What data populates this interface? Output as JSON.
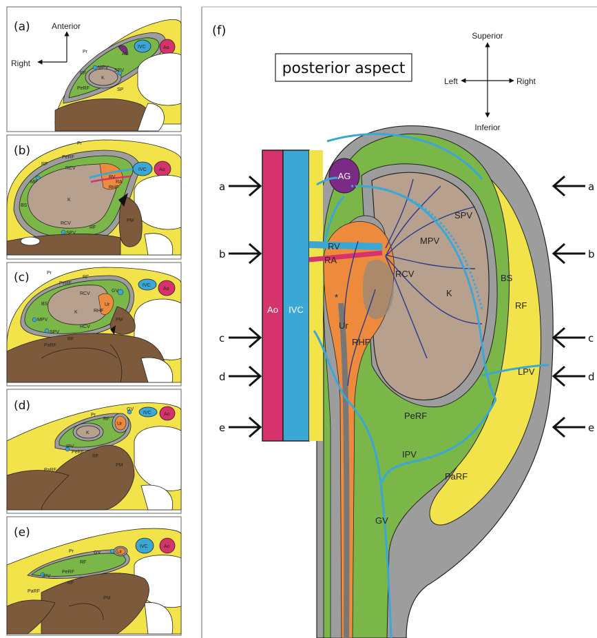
{
  "colors": {
    "green": "#7ab648",
    "yellow": "#f2e34b",
    "gray": "#9d9d9d",
    "tan": "#b8a08e",
    "brown": "#7d5a3c",
    "orange": "#ee8a3c",
    "pink": "#d6336c",
    "blue": "#3aa7d6",
    "purple": "#7b2a86",
    "navy": "#283a8c",
    "bone": "#ffffff"
  },
  "panels": {
    "a": {
      "label": "(a)",
      "compass": {
        "anterior": "Anterior",
        "right": "Right"
      },
      "labels": {
        "pr": "Pr",
        "ag": "AG",
        "ivc": "IVC",
        "ao": "Ao",
        "rf": "RF",
        "mpv": "MPV",
        "spv": "SPV",
        "k": "K",
        "perf": "PeRF",
        "sp": "SP"
      }
    },
    "b": {
      "label": "(b)",
      "labels": {
        "pr": "Pr",
        "rf": "RF",
        "perf": "PeRF",
        "rcv": "RCV",
        "mp": "MP",
        "bs": "BS",
        "k": "K",
        "rv": "RV",
        "ra": "RA",
        "rhf": "RHF",
        "ivc": "IVC",
        "ao": "Ao",
        "pm": "PM",
        "rcv2": "RCV",
        "rf2": "RF",
        "spv": "SPV"
      }
    },
    "c": {
      "label": "(c)",
      "labels": {
        "pr": "Pr",
        "rf": "RF",
        "perf": "PeRF",
        "rcv": "RCV",
        "gv": "GV",
        "ivc": "IVC",
        "ao": "Ao",
        "bs": "BS",
        "k": "K",
        "rhf": "RHF",
        "ur": "Ur",
        "mpv": "MPV",
        "rcv2": "RCV",
        "pm": "PM",
        "spv": "SPV",
        "rf2": "RF",
        "parf": "PaRF"
      }
    },
    "d": {
      "label": "(d)",
      "labels": {
        "pr": "Pr",
        "rf": "RF",
        "gv": "GV",
        "ur": "Ur",
        "ivc": "IVC",
        "ao": "Ao",
        "k": "K",
        "ipv": "IPV",
        "perf": "PeRF",
        "rf2": "RF",
        "pm": "PM",
        "parf": "PaRF"
      }
    },
    "e": {
      "label": "(e)",
      "labels": {
        "pr": "Pr",
        "gv": "GV",
        "ur": "Ur",
        "ivc": "IVC",
        "ao": "Ao",
        "rf": "RF",
        "ipv": "IPV",
        "perf": "PeRF",
        "rf2": "RF",
        "pm": "PM",
        "parf": "PaRF"
      }
    },
    "f": {
      "label": "(f)",
      "title": "posterior aspect",
      "compass": {
        "superior": "Superior",
        "inferior": "Inferior",
        "left": "Left",
        "right": "Right"
      },
      "arrows": {
        "a": "a",
        "b": "b",
        "c": "c",
        "d": "d",
        "e": "e"
      },
      "labels": {
        "ao": "Ao",
        "ivc": "IVC",
        "ag": "AG",
        "rv": "RV",
        "ra": "RA",
        "spv": "SPV",
        "mpv": "MPV",
        "rcv": "RCV",
        "k": "K",
        "bs": "BS",
        "rf": "RF",
        "ur": "Ur",
        "rhf": "RHF",
        "asterisk": "*",
        "lpv": "LPV",
        "perf": "PeRF",
        "ipv": "IPV",
        "parf": "PaRF",
        "gv": "GV"
      }
    }
  }
}
